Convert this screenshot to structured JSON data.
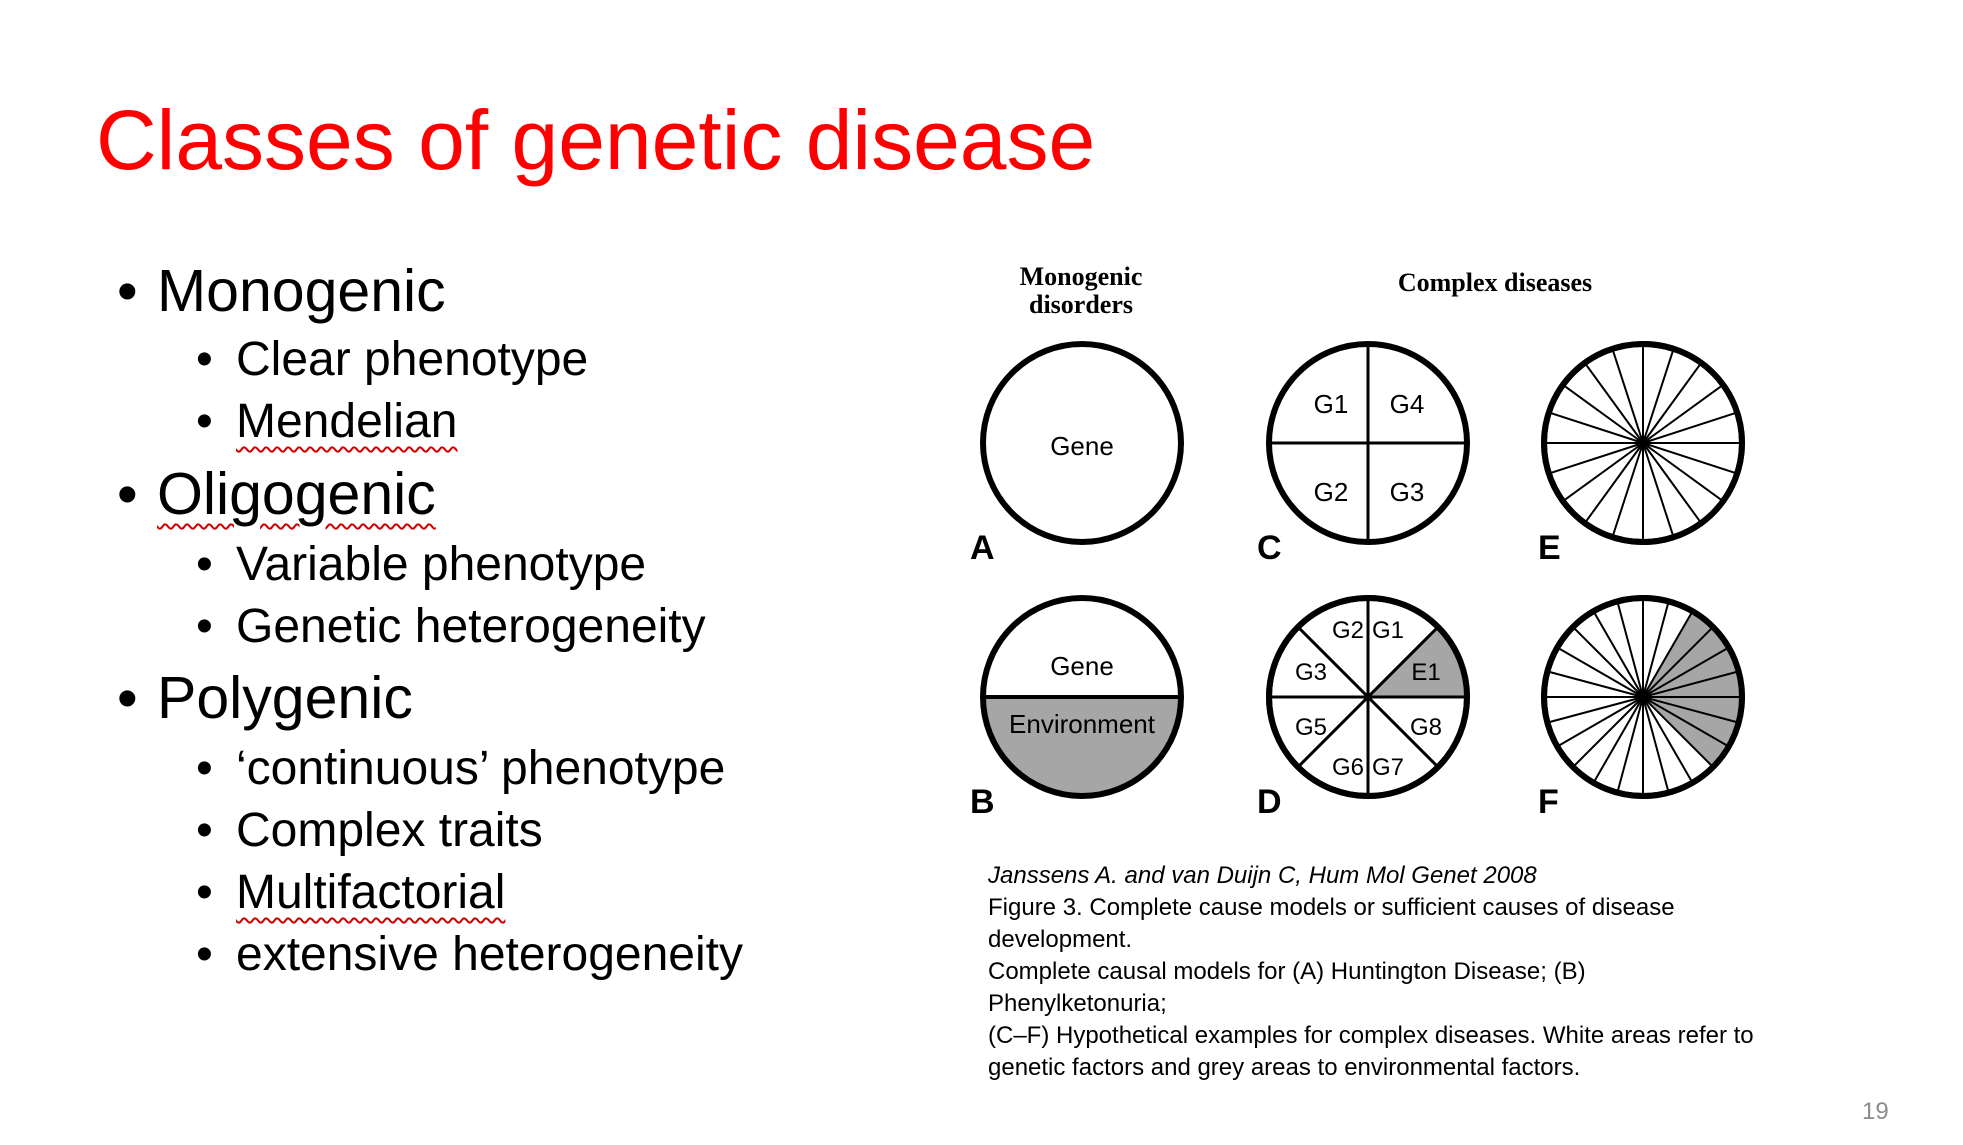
{
  "slide": {
    "title": "Classes of genetic disease",
    "page_number": "19",
    "bullets": {
      "monogenic": "Monogenic",
      "monogenic_sub": [
        "Clear phenotype",
        "Mendelian"
      ],
      "oligogenic": "Oligogenic",
      "oligogenic_sub": [
        "Variable phenotype",
        "Genetic heterogeneity"
      ],
      "polygenic": "Polygenic",
      "polygenic_sub": [
        "‘continuous’ phenotype",
        "Complex traits",
        "Multifactorial",
        "extensive heterogeneity"
      ]
    }
  },
  "figure": {
    "header_monogenic_line1": "Monogenic",
    "header_monogenic_line2": "disorders",
    "header_complex": "Complex diseases",
    "panel_letters": [
      "A",
      "B",
      "C",
      "D",
      "E",
      "F"
    ],
    "panel_a_label": "Gene",
    "panel_b_labels": [
      "Gene",
      "Environment"
    ],
    "panel_c_labels": [
      "G1",
      "G4",
      "G2",
      "G3"
    ],
    "panel_d_labels": [
      "G2",
      "G1",
      "G3",
      "E1",
      "G5",
      "G8",
      "G6",
      "G7"
    ],
    "colors": {
      "environment_grey": "#a6a6a6",
      "title_red": "#ff0000",
      "outline": "#000000"
    }
  },
  "citation": {
    "reference": "Janssens A. and van Duijn C, Hum Mol Genet 2008",
    "lines": [
      "Figure 3. Complete cause models or sufficient causes of disease development.",
      "Complete causal models for (A) Huntington Disease; (B) Phenylketonuria;",
      "(C–F) Hypothetical examples for complex diseases. White areas refer to",
      "genetic factors and grey areas to environmental factors."
    ]
  }
}
